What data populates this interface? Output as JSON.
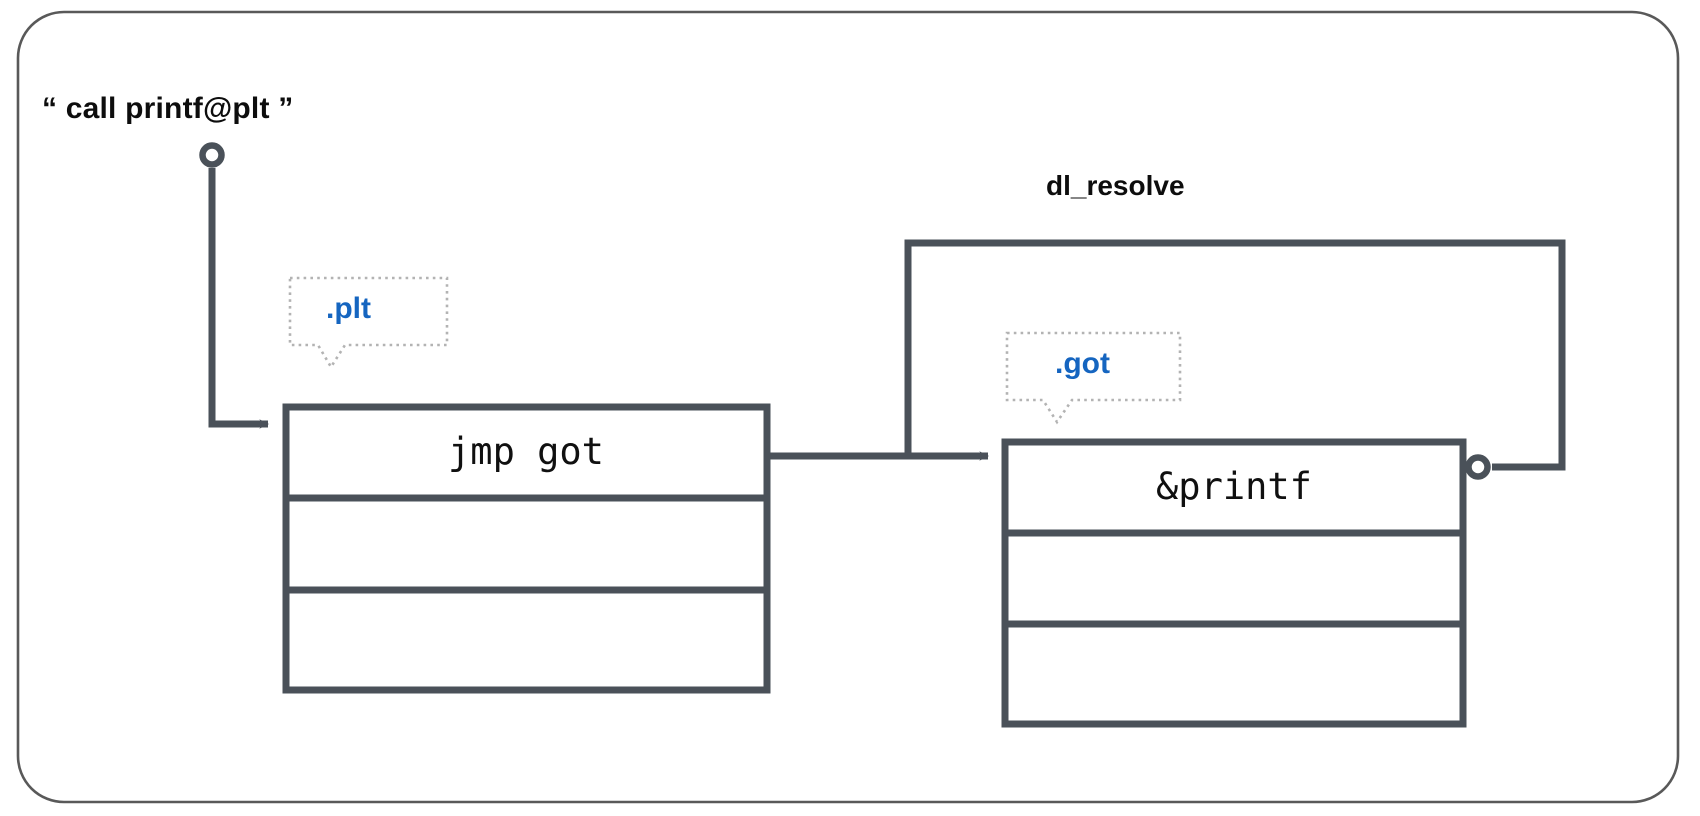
{
  "figure": {
    "title": "PLT / GOT lazy binding diagram",
    "frame": {
      "border_color": "#4a4a4a",
      "corner_radius": 45
    },
    "stroke_color": "#4a5159",
    "accent_color": "#1565C0",
    "text_color": "#0d0d0d"
  },
  "labels": {
    "call_site": "“ call printf@plt ”",
    "dl_resolve": "dl_resolve"
  },
  "callouts": [
    {
      "id": "plt-callout",
      "text": ".plt",
      "color": "#1565C0"
    },
    {
      "id": "got-callout",
      "text": ".got",
      "color": "#1565C0"
    }
  ],
  "tables": [
    {
      "id": "plt-table",
      "name": ".plt table",
      "rows": [
        {
          "text": "jmp got"
        },
        {
          "text": ""
        },
        {
          "text": ""
        }
      ]
    },
    {
      "id": "got-table",
      "name": ".got table",
      "rows": [
        {
          "text": "&printf"
        },
        {
          "text": ""
        },
        {
          "text": ""
        }
      ]
    }
  ],
  "connectors": [
    {
      "id": "call-to-plt",
      "from": "call printf@plt",
      "to": ".plt row 0",
      "start_marker": "circle",
      "end_marker": "arrow"
    },
    {
      "id": "plt-to-got",
      "from": ".plt row 0",
      "to": ".got row 0",
      "start_marker": "none",
      "end_marker": "arrow"
    },
    {
      "id": "got-to-dlresolve",
      "from": ".got row 0",
      "to": "dl_resolve",
      "start_marker": "circle",
      "end_marker": "none"
    }
  ]
}
